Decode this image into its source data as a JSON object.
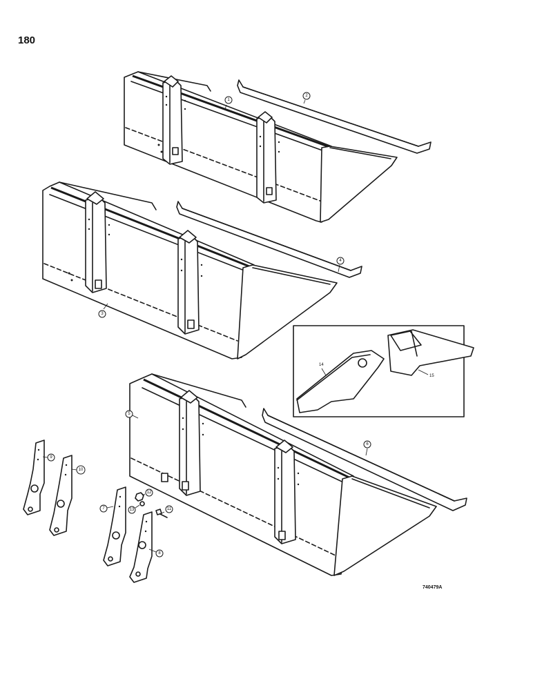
{
  "page_number": "180",
  "drawing_code": "740479A",
  "callouts": [
    "1",
    "2",
    "3",
    "4",
    "5",
    "6",
    "7",
    "8",
    "9",
    "10",
    "11",
    "12",
    "13",
    "14",
    "15"
  ]
}
